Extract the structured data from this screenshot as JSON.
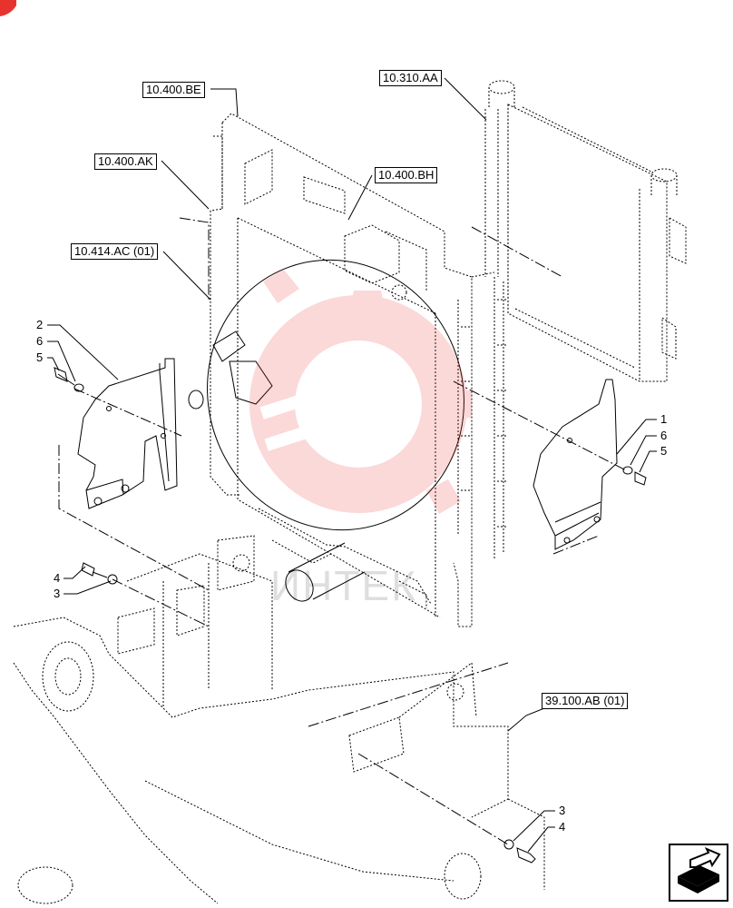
{
  "references": {
    "ref_10_400_BE": "10.400.BE",
    "ref_10_310_AA": "10.310.AA",
    "ref_10_400_AK": "10.400.AK",
    "ref_10_400_BH": "10.400.BH",
    "ref_10_414_AC": "10.414.AC (01)",
    "ref_39_100_AB": "39.100.AB (01)"
  },
  "callouts": {
    "left_bracket": {
      "part": "2",
      "washer": "6",
      "bolt": "5"
    },
    "right_bracket": {
      "part": "1",
      "washer": "6",
      "bolt": "5"
    },
    "upper_fasteners": {
      "bolt": "4",
      "washer": "3"
    },
    "lower_fasteners": {
      "washer": "3",
      "bolt": "4"
    }
  },
  "watermark": {
    "text": "ИНТЕК",
    "color": "#e8322e"
  },
  "icons": {
    "corner": "red-corner-icon",
    "navigation": "page-arrow-icon"
  },
  "colors": {
    "line": "#000000",
    "logo": "#e8322e"
  }
}
